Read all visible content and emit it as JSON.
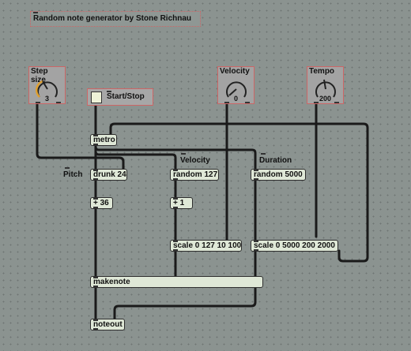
{
  "title": "Random note generator by Stone Richnau",
  "toggle": {
    "label": "Start/Stop"
  },
  "dials": {
    "step_size": {
      "label": "Step size",
      "value": "3"
    },
    "velocity": {
      "label": "Velocity",
      "value": "0"
    },
    "tempo": {
      "label": "Tempo",
      "value": "200"
    }
  },
  "comments": {
    "pitch": "Pitch",
    "velocity": "Velocity",
    "duration": "Duration"
  },
  "objects": {
    "metro": "metro",
    "drunk": "drunk 24",
    "random_velocity": "random 127",
    "random_duration": "random 5000",
    "add_36": "+ 36",
    "add_1": "+ 1",
    "scale_velocity": "scale 0 127 10 100",
    "scale_duration": "scale 0 5000 200 2000",
    "makenote": "makenote",
    "noteout": "noteout"
  },
  "colors": {
    "canvas": "#8b9390",
    "object_fill": "#dfe8d7",
    "ui_border": "#cc6666",
    "cable": "#1a1a1a",
    "dial_accent": "#e0a030"
  }
}
